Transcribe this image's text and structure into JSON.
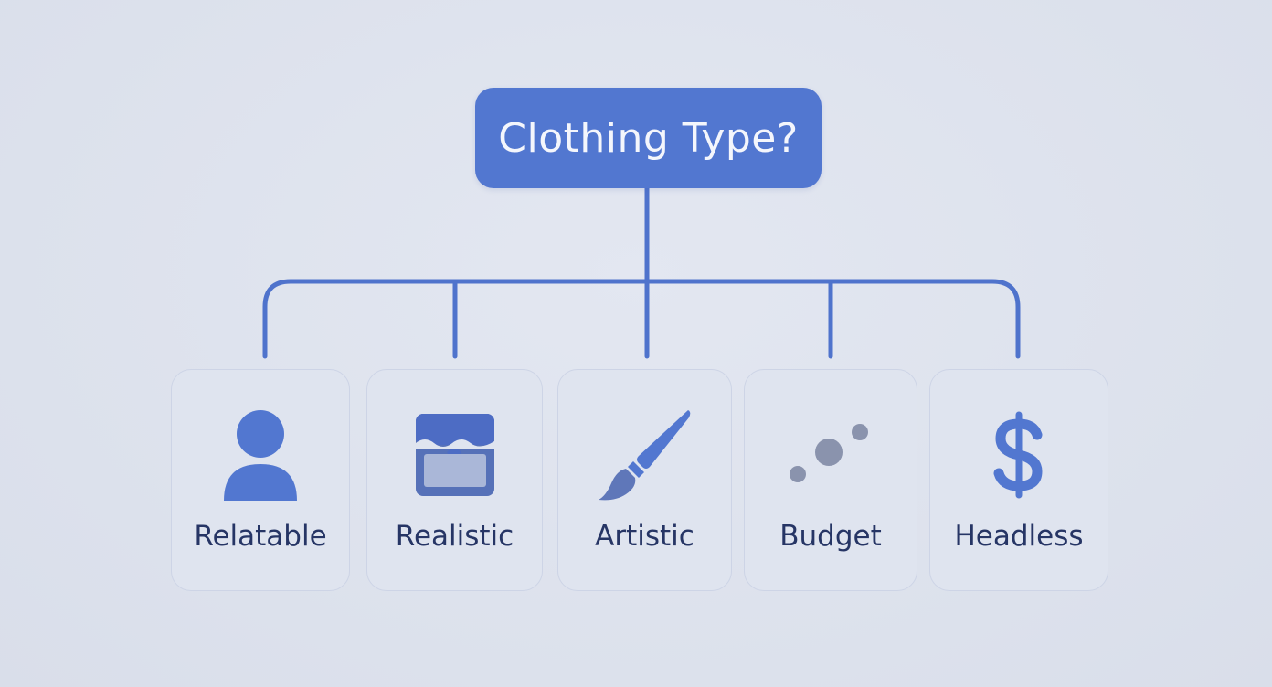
{
  "root": {
    "label": "Clothing Type?"
  },
  "options": [
    {
      "label": "Relatable",
      "icon": "person-icon"
    },
    {
      "label": "Realistic",
      "icon": "image-frame-icon"
    },
    {
      "label": "Artistic",
      "icon": "paintbrush-icon"
    },
    {
      "label": "Budget",
      "icon": "dots-icon"
    },
    {
      "label": "Headless",
      "icon": "dollar-sign-icon"
    }
  ],
  "colors": {
    "background": "#dde2ee",
    "accent": "#5277d0",
    "connector": "#4f73cc",
    "label_text": "#263565",
    "dots": "#8a93ad"
  }
}
